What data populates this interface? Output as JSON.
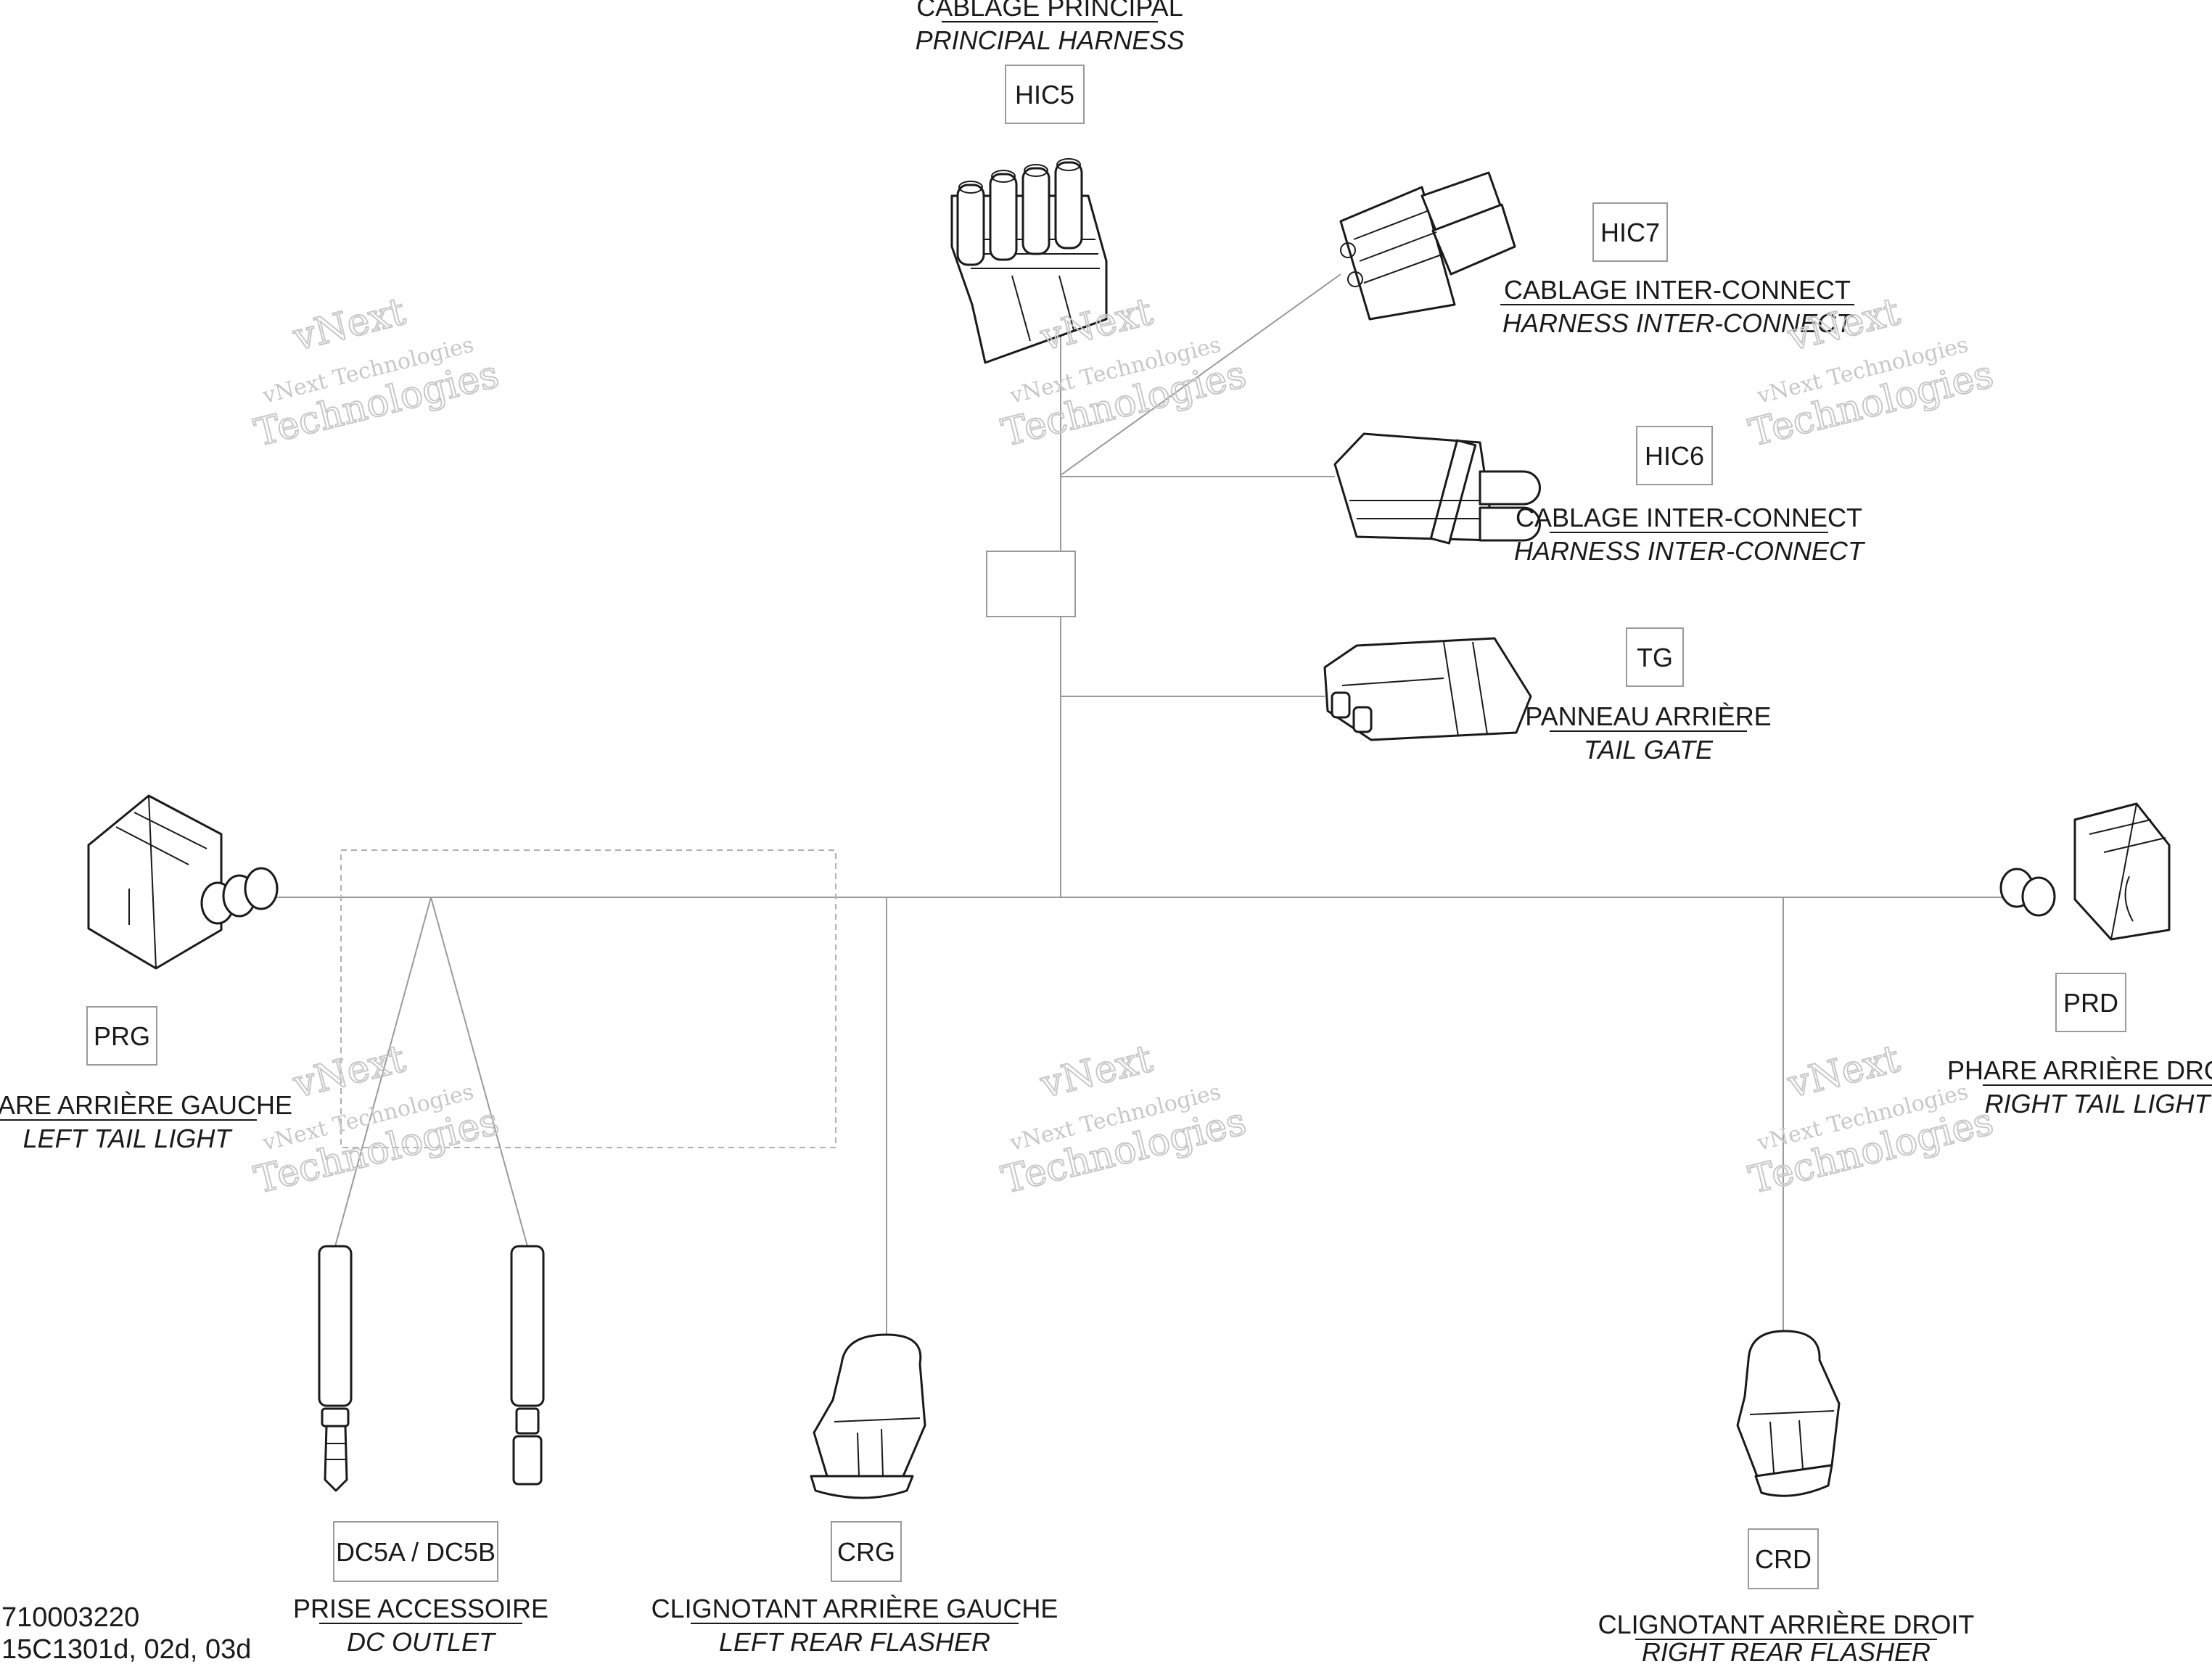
{
  "connectors": {
    "hic5": {
      "code": "HIC5",
      "label_fr": "CABLAGE PRINCIPAL",
      "label_en": "PRINCIPAL HARNESS"
    },
    "hic7": {
      "code": "HIC7",
      "label_fr": "CABLAGE INTER-CONNECT",
      "label_en": "HARNESS INTER-CONNECT"
    },
    "hic6": {
      "code": "HIC6",
      "label_fr": "CABLAGE INTER-CONNECT",
      "label_en": "HARNESS INTER-CONNECT"
    },
    "tg": {
      "code": "TG",
      "label_fr": "PANNEAU ARRIÈRE",
      "label_en": "TAIL GATE"
    },
    "prg": {
      "code": "PRG",
      "label_fr": "PHARE ARRIÈRE GAUCHE",
      "label_en": "LEFT TAIL LIGHT"
    },
    "prd": {
      "code": "PRD",
      "label_fr": "PHARE ARRIÈRE DROIT",
      "label_en": "RIGHT TAIL LIGHT"
    },
    "dc5": {
      "code": "DC5A / DC5B",
      "label_fr": "PRISE ACCESSOIRE",
      "label_en": "DC OUTLET"
    },
    "crg": {
      "code": "CRG",
      "label_fr": "CLIGNOTANT ARRIÈRE GAUCHE",
      "label_en": "LEFT REAR FLASHER"
    },
    "crd": {
      "code": "CRD",
      "label_fr": "CLIGNOTANT ARRIÈRE DROIT",
      "label_en": "RIGHT REAR FLASHER"
    }
  },
  "watermark": {
    "line1": "vNext Technologies",
    "line2": "Technologies",
    "line3": "vNext"
  },
  "footer": {
    "part_number": "710003220",
    "reference": "15C1301d, 02d, 03d"
  }
}
